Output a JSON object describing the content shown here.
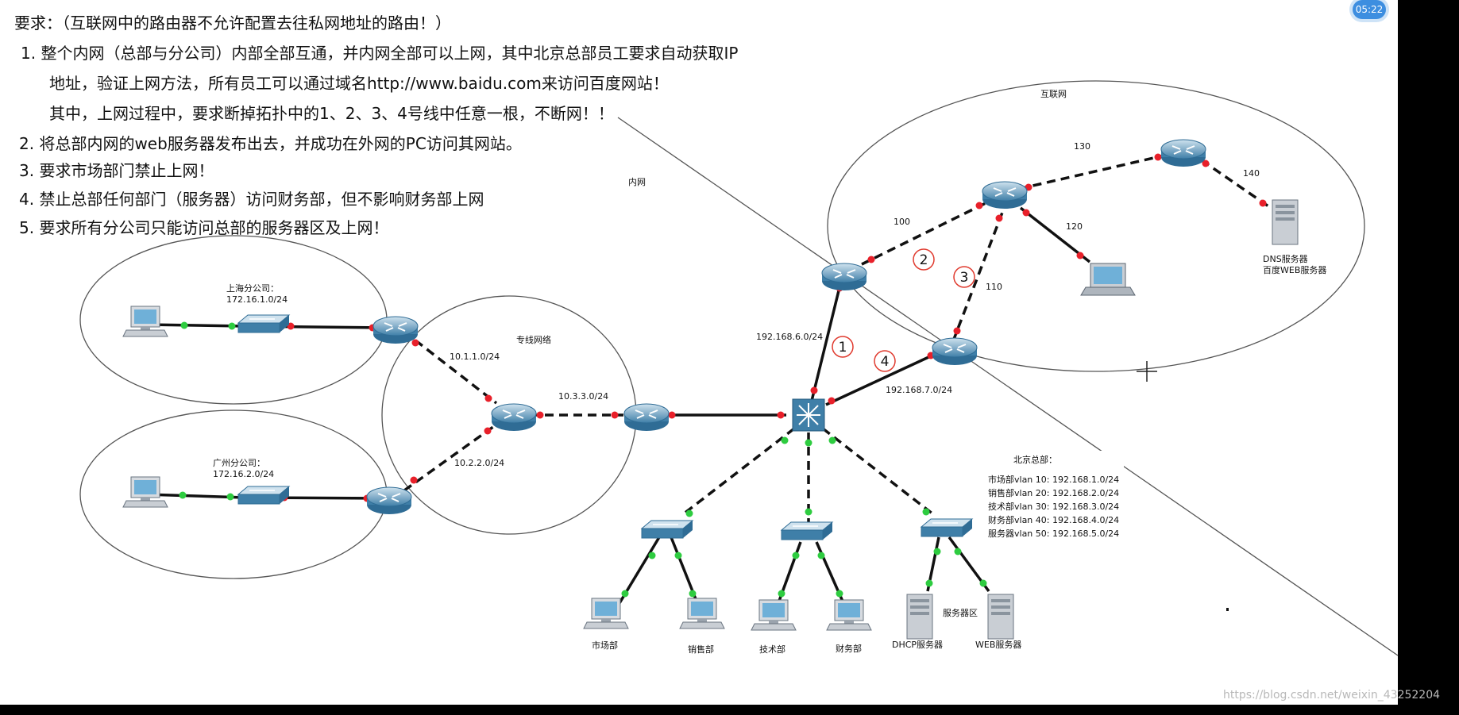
{
  "timer": "05:22",
  "requirements": {
    "title": "要求：（互联网中的路由器不允许配置去往私网地址的路由！）",
    "item1_line1": "1.  整个内网（总部与分公司）内部全部互通，并内网全部可以上网，其中北京总部员工要求自动获取IP",
    "item1_line2": "地址，验证上网方法，所有员工可以通过域名http://www.baidu.com来访问百度网站！",
    "item1_line3": "其中，上网过程中，要求断掉拓扑中的1、2、3、4号线中任意一根，不断网！！",
    "item2": "2. 将总部内网的web服务器发布出去，并成功在外网的PC访问其网站。",
    "item3": "3. 要求市场部门禁止上网！",
    "item4": "4. 禁止总部任何部门（服务器）访问财务部，但不影响财务部上网",
    "item5": "5. 要求所有分公司只能访问总部的服务器区及上网！"
  },
  "zones": {
    "intranet": "内网",
    "internet": "互联网",
    "private_net": "专线网络"
  },
  "branches": {
    "shanghai_name": "上海分公司：",
    "shanghai_net": "172.16.1.0/24",
    "guangzhou_name": "广州分公司：",
    "guangzhou_net": "172.16.2.0/24"
  },
  "links": {
    "sh_core": "10.1.1.0/24",
    "gz_core": "10.2.2.0/24",
    "core_edge": "10.3.3.0/24",
    "l3_r1": "192.168.6.0/24",
    "l3_r2": "192.168.7.0/24",
    "isp_100": "100",
    "isp_110": "110",
    "isp_120": "120",
    "isp_130": "130",
    "isp_140": "140"
  },
  "line_markers": [
    "1",
    "2",
    "3",
    "4"
  ],
  "hq": {
    "title": "北京总部：",
    "vlans": [
      "市场部vlan 10: 192.168.1.0/24",
      "销售部vlan 20: 192.168.2.0/24",
      "技术部vlan 30: 192.168.3.0/24",
      "财务部vlan 40: 192.168.4.0/24",
      "服务器vlan 50: 192.168.5.0/24"
    ]
  },
  "departments": {
    "market": "市场部",
    "sales": "销售部",
    "tech": "技术部",
    "finance": "财务部",
    "server_zone": "服务器区",
    "dhcp_server": "DHCP服务器",
    "web_server": "WEB服务器"
  },
  "internet_servers": {
    "dns_line1": "DNS服务器",
    "dns_line2": "百度WEB服务器"
  },
  "watermark": "https://blog.csdn.net/weixin_43252204",
  "colors": {
    "link_dot_red": "#e8202a",
    "link_dot_green": "#2ecc40",
    "marker_red": "#e03a2e",
    "router_blue": "#4a8bb5"
  }
}
